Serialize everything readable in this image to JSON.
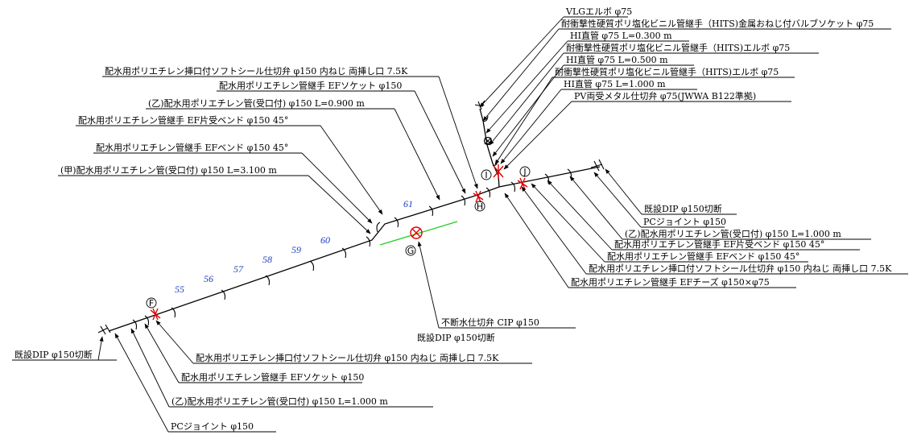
{
  "diagram": {
    "labels": {
      "r1": "VLGエルボ φ75",
      "r2": "耐衝撃性硬質ポリ塩化ビニル管継手（HITS)金属おねじ付バルブソケット φ75",
      "r3": "HI直管 φ75 L=0.300 m",
      "r4": "耐衝撃性硬質ポリ塩化ビニル管継手（HITS)エルボ φ75",
      "r5": "HI直管 φ75 L=0.500 m",
      "r6": "耐衝撃性硬質ポリ塩化ビニル管継手（HITS)エルボ φ75",
      "r7": "HI直管 φ75 L=1.000 m",
      "r8": "PV両受メタル仕切弁 φ75(JWWA B122準拠)",
      "t1": "配水用ポリエチレン挿口付ソフトシール仕切弁 φ150 内ねじ 両挿し口 7.5K",
      "t2": "配水用ポリエチレン管継手 EFソケット φ150",
      "t3": "(乙)配水用ポリエチレン管(受口付) φ150 L=0.900 m",
      "t4": "配水用ポリエチレン管継手 EF片受ベンド φ150 45°",
      "t5": "配水用ポリエチレン管継手 EFベンド φ150 45°",
      "t6": "(甲)配水用ポリエチレン管(受口付) φ150 L=3.100 m",
      "e1": "既設DIP φ150切断",
      "e2": "PCジョイント φ150",
      "e3": "(乙)配水用ポリエチレン管(受口付) φ150 L=1.000 m",
      "e4": "配水用ポリエチレン管継手 EF片受ベンド φ150 45°",
      "e5": "配水用ポリエチレン管継手 EFベンド φ150 45°",
      "e6": "配水用ポリエチレン挿口付ソフトシール仕切弁 φ150 内ねじ 両挿し口 7.5K",
      "e7": "配水用ポリエチレン管継手 EFチーズ φ150×φ75",
      "c1": "不断水仕切弁 CIP φ150",
      "c2": "既設DIP φ150切断",
      "left": "既設DIP φ150切断",
      "b1": "配水用ポリエチレン挿口付ソフトシール仕切弁 φ150 内ねじ 両挿し口 7.5K",
      "b2": "配水用ポリエチレン管継手 EFソケット φ150",
      "b3": "(乙)配水用ポリエチレン管(受口付) φ150 L=1.000 m",
      "b4": "PCジョイント φ150"
    },
    "markers": {
      "F": "F",
      "G": "G",
      "H": "H",
      "I": "I",
      "J": "J"
    },
    "pipe_numbers": [
      "55",
      "56",
      "57",
      "58",
      "59",
      "60",
      "61"
    ],
    "colors": {
      "valve": "#e00000",
      "existing_main": "#22cc22",
      "pipe_numbers": "#1f3fbf",
      "lines": "#000000"
    }
  }
}
